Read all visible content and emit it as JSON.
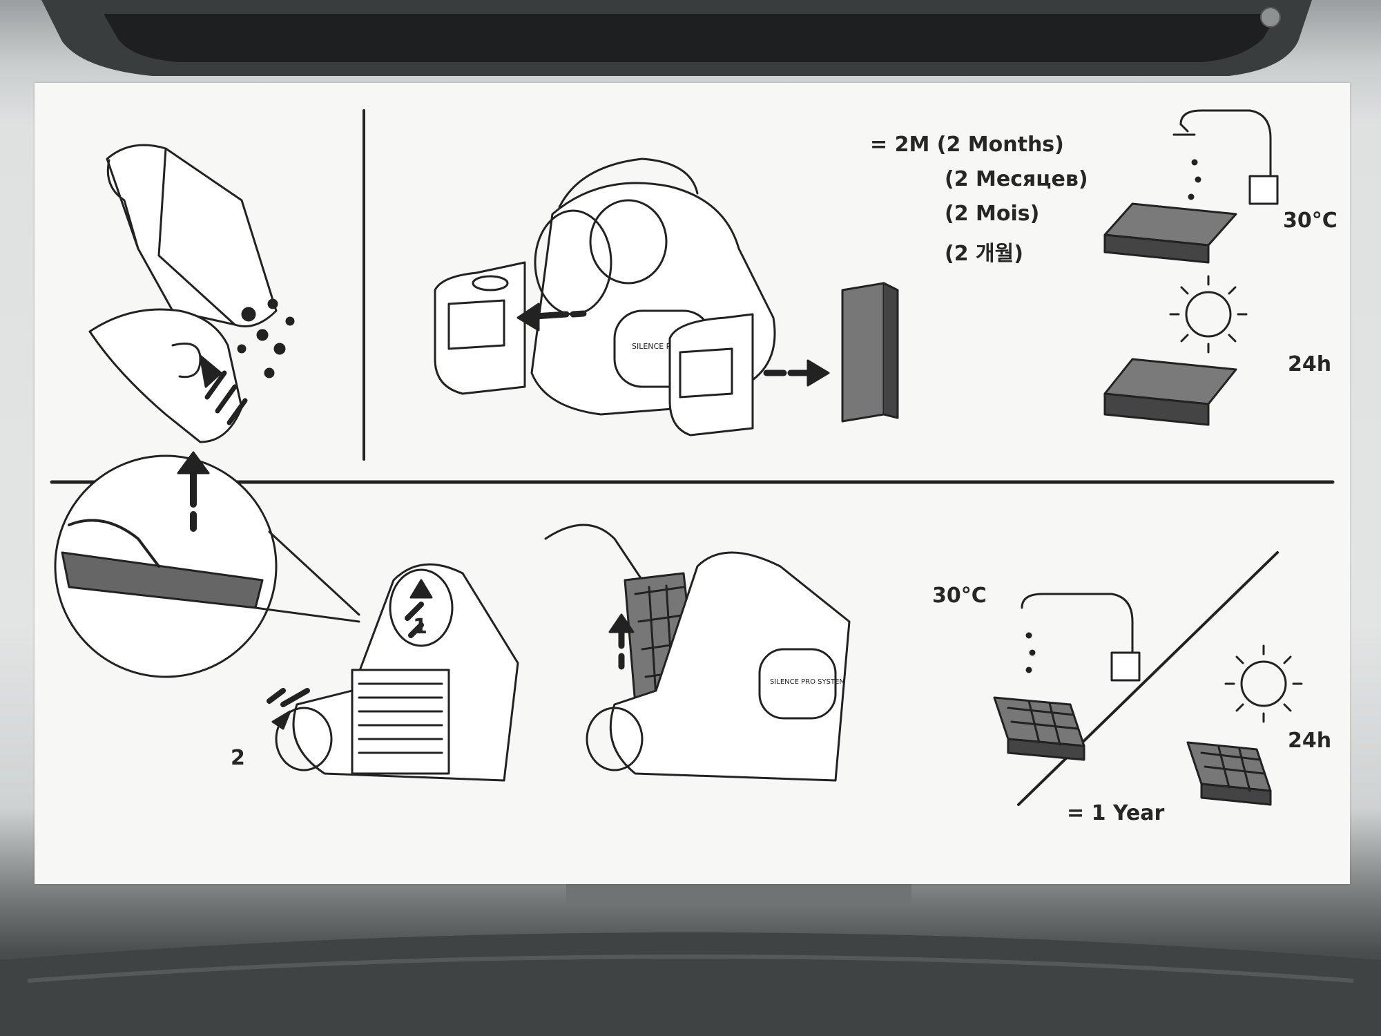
{
  "sponge_filter": {
    "interval": "= 2M (2 Months)",
    "translations": [
      "(2 Месяцев)",
      "(2 Mois)",
      "(2 개월)"
    ],
    "wash_temperature": "30°C",
    "dry_duration": "24h"
  },
  "hepa_filter": {
    "wash_temperature": "30°C",
    "dry_duration": "24h",
    "interval": "= 1 Year",
    "step_labels": [
      "1",
      "2"
    ]
  },
  "device_branding": "SILENCE PRO SYSTEM"
}
